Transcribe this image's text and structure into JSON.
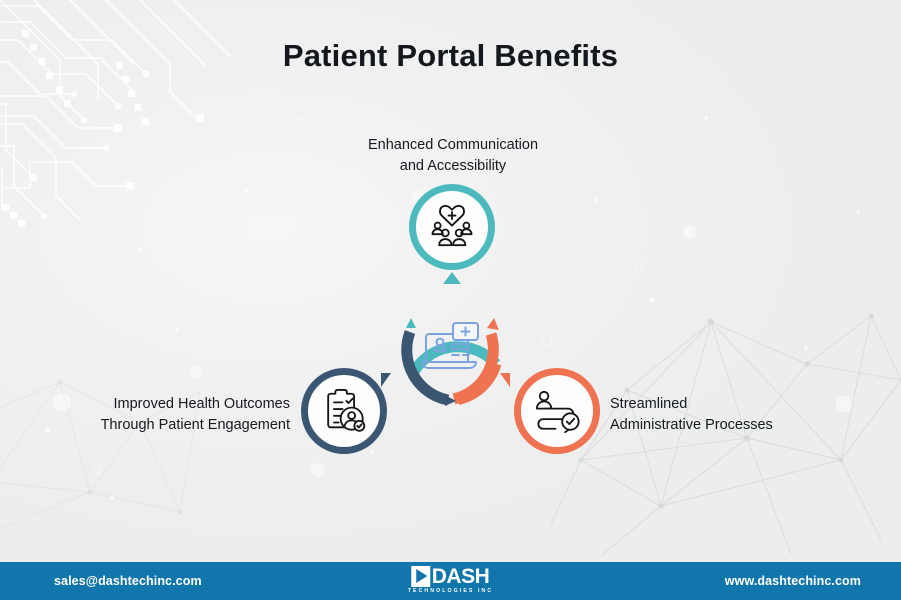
{
  "page": {
    "title": "Patient Portal Benefits",
    "background_color": "#eeeeef"
  },
  "palette": {
    "teal": "#4cb9bf",
    "navy": "#3b5672",
    "coral": "#ef7350",
    "footer_blue": "#1176ab",
    "hub_icon_blue": "#7ba3e0",
    "title_color": "#14181d"
  },
  "diagram": {
    "center": {
      "name": "patient-portal-hub",
      "icon": "patient-record-laptop-icon",
      "arc_colors": {
        "top": "#4cb9bf",
        "right": "#ef7350",
        "left": "#3b5672"
      }
    },
    "nodes": [
      {
        "id": "enhanced-communication",
        "label": "Enhanced Communication\nand Accessibility",
        "color": "#4cb9bf",
        "icon": "heart-with-people-icon",
        "position": "top"
      },
      {
        "id": "improved-health-outcomes",
        "label": "Improved Health Outcomes\nThrough Patient Engagement",
        "color": "#3b5672",
        "icon": "clipboard-patient-check-icon",
        "position": "left"
      },
      {
        "id": "streamlined-administrative",
        "label": "Streamlined\nAdministrative Processes",
        "color": "#ef7350",
        "icon": "workflow-check-icon",
        "position": "right"
      }
    ],
    "connectors": [
      {
        "id": "connector-top",
        "icon": "triangle-up-icon",
        "color": "#4cb9bf"
      },
      {
        "id": "connector-left",
        "icon": "triangle-down-left-icon",
        "color": "#3b5672"
      },
      {
        "id": "connector-right",
        "icon": "triangle-down-right-icon",
        "color": "#ef7350"
      }
    ]
  },
  "footer": {
    "email": "sales@dashtechinc.com",
    "website": "www.dashtechinc.com",
    "logo_text": "DASH",
    "logo_subtext": "TECHNOLOGIES INC",
    "background_color": "#1176ab"
  },
  "decorations": {
    "circuit_pattern": "circuit-traces-decoration",
    "polygon_network": "polygon-network-decoration",
    "sparkles": "light-sparkle-decoration"
  }
}
